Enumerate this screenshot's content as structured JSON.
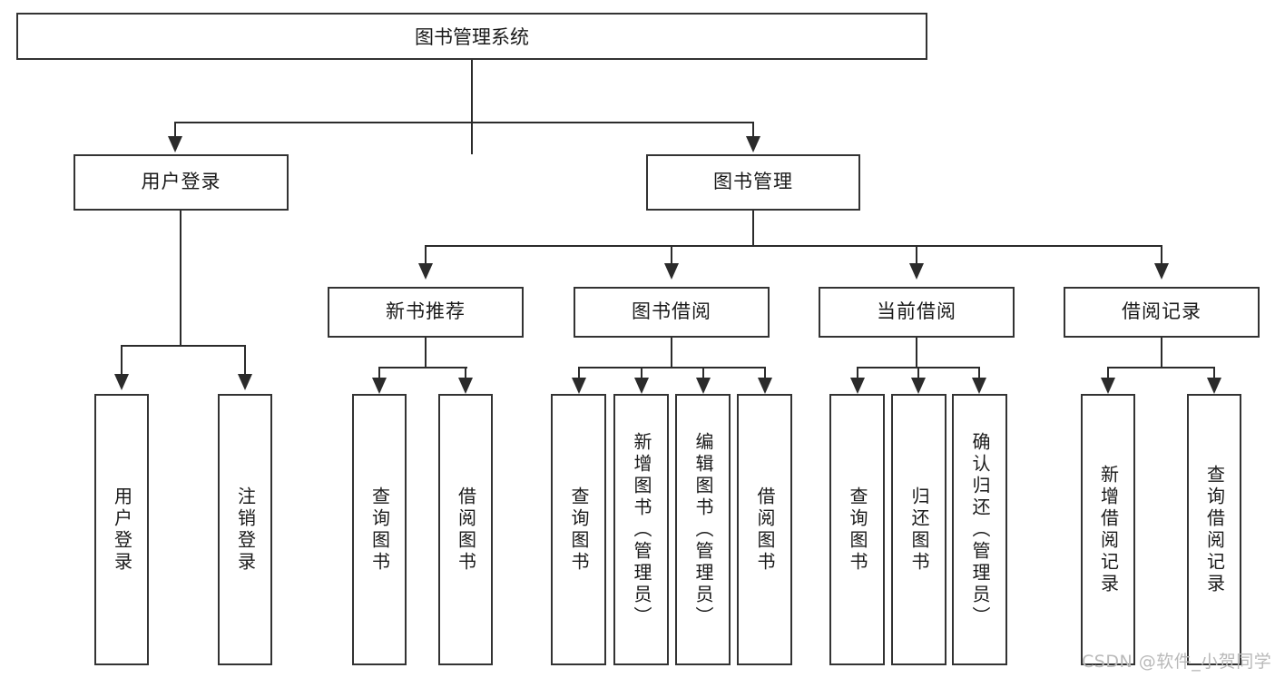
{
  "diagram": {
    "type": "tree-hierarchy-diagram",
    "title": "图书管理系统",
    "watermark": "CSDN @软件_小贺同学",
    "colors": {
      "box_border": "#333333",
      "box_fill": "#ffffff",
      "connector": "#2b2b2b",
      "text": "#1a1a1a",
      "watermark": "#b9b9b9",
      "background": "#ffffff"
    },
    "root": {
      "label": "图书管理系统"
    },
    "level2": [
      {
        "label": "用户登录"
      },
      {
        "label": "图书管理"
      }
    ],
    "level3": [
      {
        "label": "新书推荐"
      },
      {
        "label": "图书借阅"
      },
      {
        "label": "当前借阅"
      },
      {
        "label": "借阅记录"
      }
    ],
    "leaves": {
      "user_login": [
        {
          "label": "用户登录"
        },
        {
          "label": "注销登录"
        }
      ],
      "new_book_recommend": [
        {
          "label": "查询图书"
        },
        {
          "label": "借阅图书"
        }
      ],
      "book_borrow": [
        {
          "label": "查询图书"
        },
        {
          "label": "新增图书（管理员）"
        },
        {
          "label": "编辑图书（管理员）"
        },
        {
          "label": "借阅图书"
        }
      ],
      "current_borrow": [
        {
          "label": "查询图书"
        },
        {
          "label": "归还图书"
        },
        {
          "label": "确认归还（管理员）"
        }
      ],
      "borrow_record": [
        {
          "label": "新增借阅记录"
        },
        {
          "label": "查询借阅记录"
        }
      ]
    }
  }
}
